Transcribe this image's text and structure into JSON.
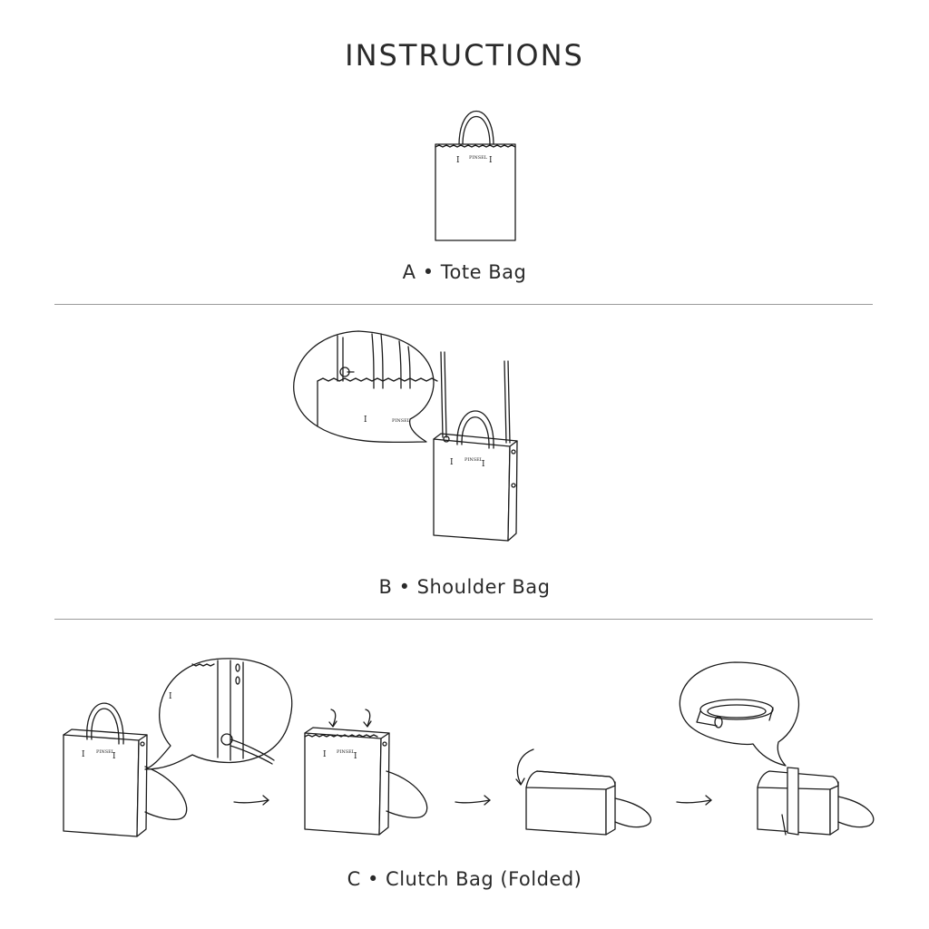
{
  "title": "INSTRUCTIONS",
  "sections": [
    {
      "caption": "A • Tote Bag"
    },
    {
      "caption": "B • Shoulder Bag"
    },
    {
      "caption": "C • Clutch Bag (Folded)"
    }
  ],
  "bag_brand": "PINSEL"
}
